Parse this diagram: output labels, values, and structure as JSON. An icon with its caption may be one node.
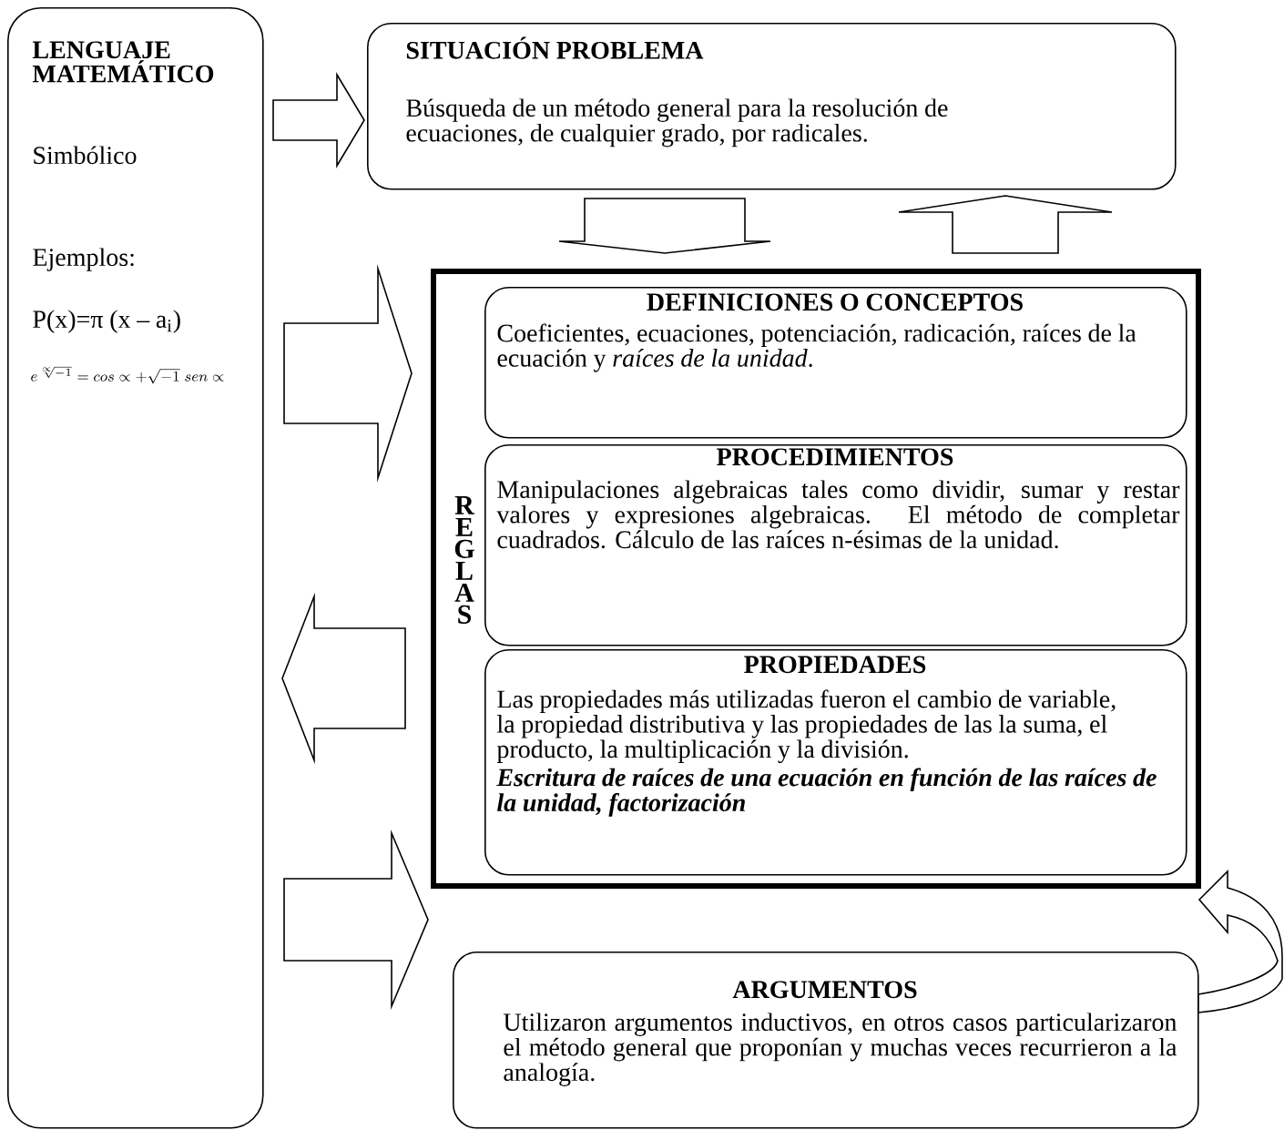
{
  "diagram": {
    "nodes": [
      {
        "text": [
          "LENGUAJE MATEMÁTICO",
          "Simbólico",
          "Ejemplos:",
          "P(x)=π (x – a$_{i}$)",
          "e^{\\sqrt[\\propto]{-1}} = cos \\propto +\\sqrt{-1}\\; sen \\propto"
        ]
      },
      {
        "text": [
          "SITUACIÓN PROBLEMA",
          "Búsqueda de un método general para la resolución de ecuaciones, de cualquier grado, por radicales."
        ]
      },
      {
        "text": [
          "R E G L A S"
        ]
      },
      {
        "text": [
          "DEFINICIONES O CONCEPTOS",
          "Coeficientes, ecuaciones, potenciación, radicación, raíces de la ecuación y *raíces de la unidad*."
        ],
        "in": 2
      },
      {
        "text": [
          "PROCEDIMIENTOS",
          "Manipulaciones algebraicas tales como dividir, sumar y restar valores y expresiones algebraicas. El método de completar cuadrados. Cálculo de las raíces n-ésimas de la unidad."
        ],
        "in": 2
      },
      {
        "text": [
          "PROPIEDADES",
          "Las propiedades más utilizadas fueron el cambio de variable, la propiedad distributiva y las propiedades de las la suma, el producto, la multiplicación y la división.",
          "Escritura de raíces de una ecuación en función de las raíces de la unidad, factorización"
        ],
        "in": 2
      },
      {
        "text": [
          "ARGUMENTOS",
          "Utilizaron argumentos inductivos, en otros casos particularizaron el método general que proponían y muchas veces recurrieron a la analogía."
        ]
      }
    ],
    "edges": [
      {
        "from": 0,
        "to": 1,
        "arrow": "to"
      },
      {
        "from": 1,
        "to": 2,
        "arrow": "to"
      },
      {
        "from": 2,
        "to": 1,
        "arrow": "to"
      },
      {
        "from": 0,
        "to": 2,
        "arrow": "to"
      },
      {
        "from": 2,
        "to": 0,
        "arrow": "to"
      },
      {
        "from": 0,
        "to": 6,
        "arrow": "to"
      },
      {
        "from": 6,
        "to": 2,
        "arrow": "to"
      }
    ]
  }
}
